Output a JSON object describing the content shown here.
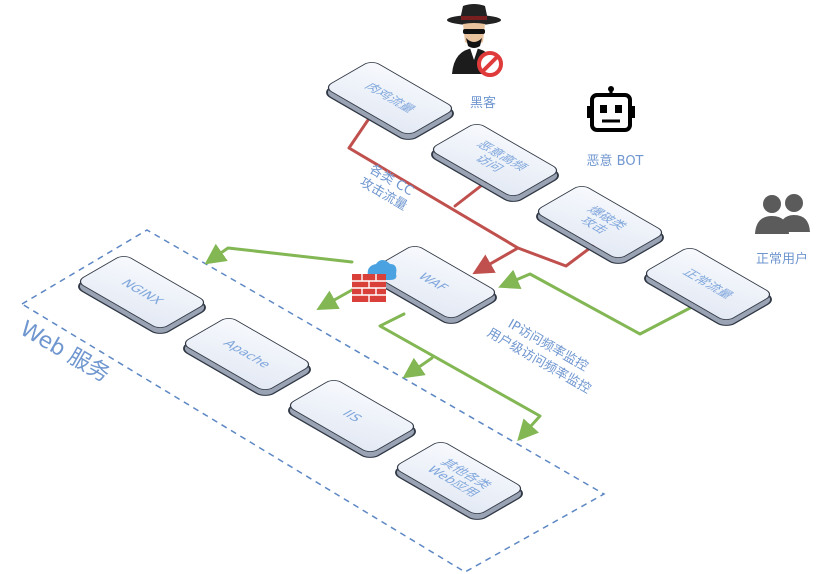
{
  "nodes": {
    "meat_chicken": "肉鸡流量",
    "high_freq": "恶意高频\n访问",
    "brute_force": "爆破类\n攻击",
    "normal": "正常流量",
    "waf": "WAF",
    "nginx": "NGINX",
    "apache": "Apache",
    "iis": "IIS",
    "other": "其他各类\nWeb应用"
  },
  "labels": {
    "hacker": "黑客",
    "bot": "恶意 BOT",
    "normal_user": "正常用户",
    "cc": "各类 CC\n攻击流量",
    "monitor": "IP访问频率监控\n用户级访问频率监控",
    "web_service": "Web 服务"
  },
  "icons": {
    "hacker": "hacker-icon",
    "bot": "robot-icon",
    "users": "users-icon",
    "firewall": "cloud-firewall-icon"
  },
  "colors": {
    "attack": "#c0504d",
    "normal": "#82b754",
    "text": "#6f96cf",
    "frame": "#5d87c4"
  }
}
